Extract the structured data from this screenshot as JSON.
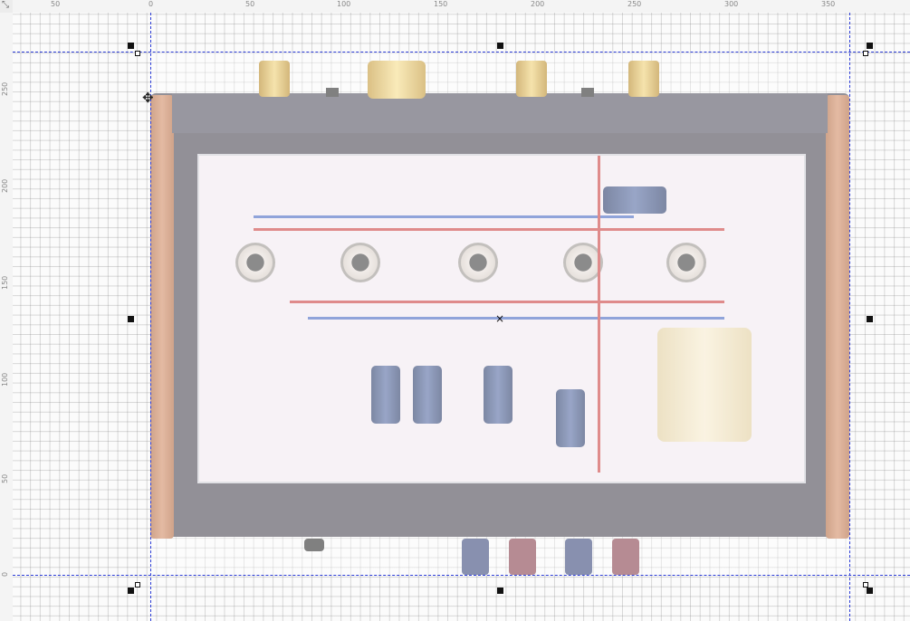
{
  "ruler": {
    "corner_glyph": "⤡",
    "horizontal_labels": [
      "50",
      "0",
      "50",
      "100",
      "150",
      "200",
      "250",
      "300",
      "350"
    ],
    "vertical_labels": [
      "250",
      "200",
      "150",
      "100",
      "50",
      "0"
    ]
  },
  "object": {
    "description_icon": "photo-amplifier-chassis",
    "selected": true
  },
  "icons": {
    "center_mark": "×",
    "move_cursor": "✥"
  },
  "colors": {
    "guide": "#2a3bd6",
    "handle": "#111111",
    "grid": "#c0c0c0"
  }
}
